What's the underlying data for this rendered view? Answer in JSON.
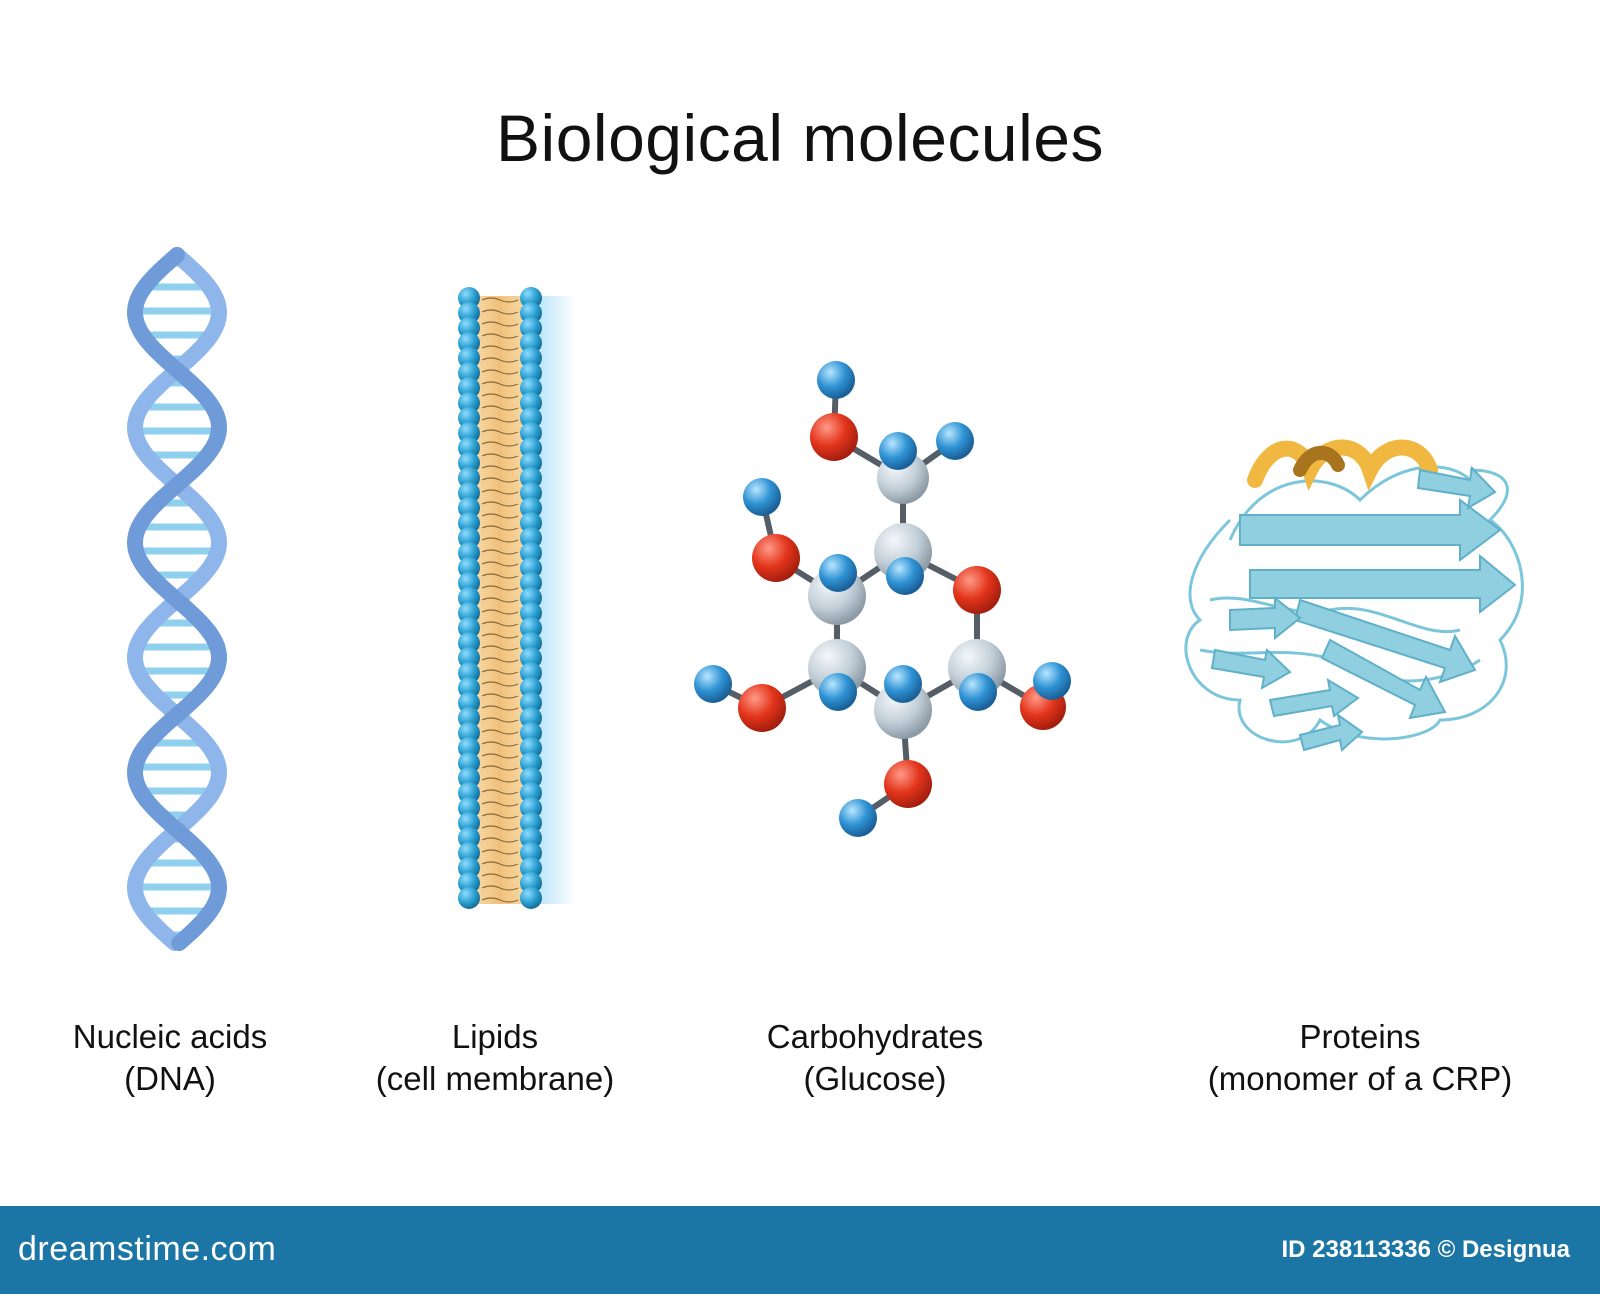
{
  "title": "Biological molecules",
  "items": [
    {
      "name": "Nucleic acids",
      "detail": "(DNA)"
    },
    {
      "name": "Lipids",
      "detail": "(cell membrane)"
    },
    {
      "name": "Carbohydrates",
      "detail": "(Glucose)"
    },
    {
      "name": "Proteins",
      "detail": "(monomer of a CRP)"
    }
  ],
  "footer": {
    "brand": "dreamstime.com",
    "credit": "ID 238113336 © Designua"
  },
  "colors": {
    "dna": "#7aa7e0",
    "dna_rung": "#8fd0ef",
    "lipid_head": "#2a9fd0",
    "lipid_tail": "#f0c987",
    "carbon": "#c8d3db",
    "oxygen": "#e0361e",
    "hydrogen": "#2f8fd0",
    "protein_sheet": "#8fcfe0",
    "protein_helix": "#f0b840",
    "footer_bg": "#1b75a5"
  }
}
